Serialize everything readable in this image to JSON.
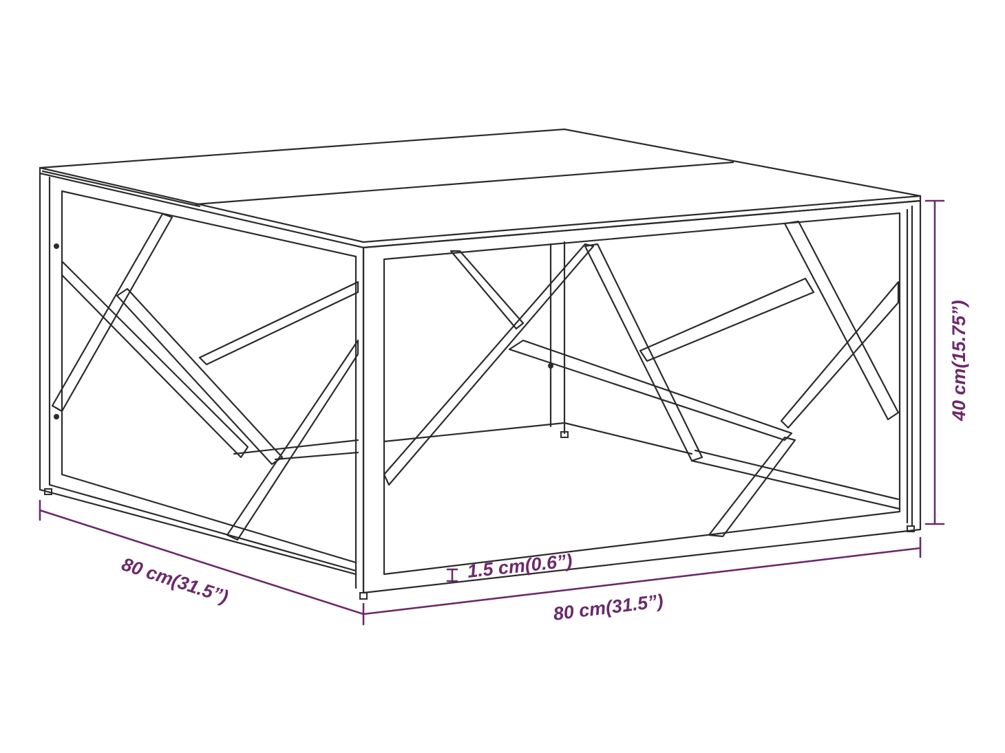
{
  "colors": {
    "dimension": "#6b2a6b",
    "line": "#2b2b2b",
    "background": "#ffffff"
  },
  "dimensions": {
    "depth": "80 cm(31.5”)",
    "width": "80 cm(31.5”)",
    "height": "40 cm(15.75”)",
    "top_thickness": "1.5 cm(0.6”)"
  }
}
